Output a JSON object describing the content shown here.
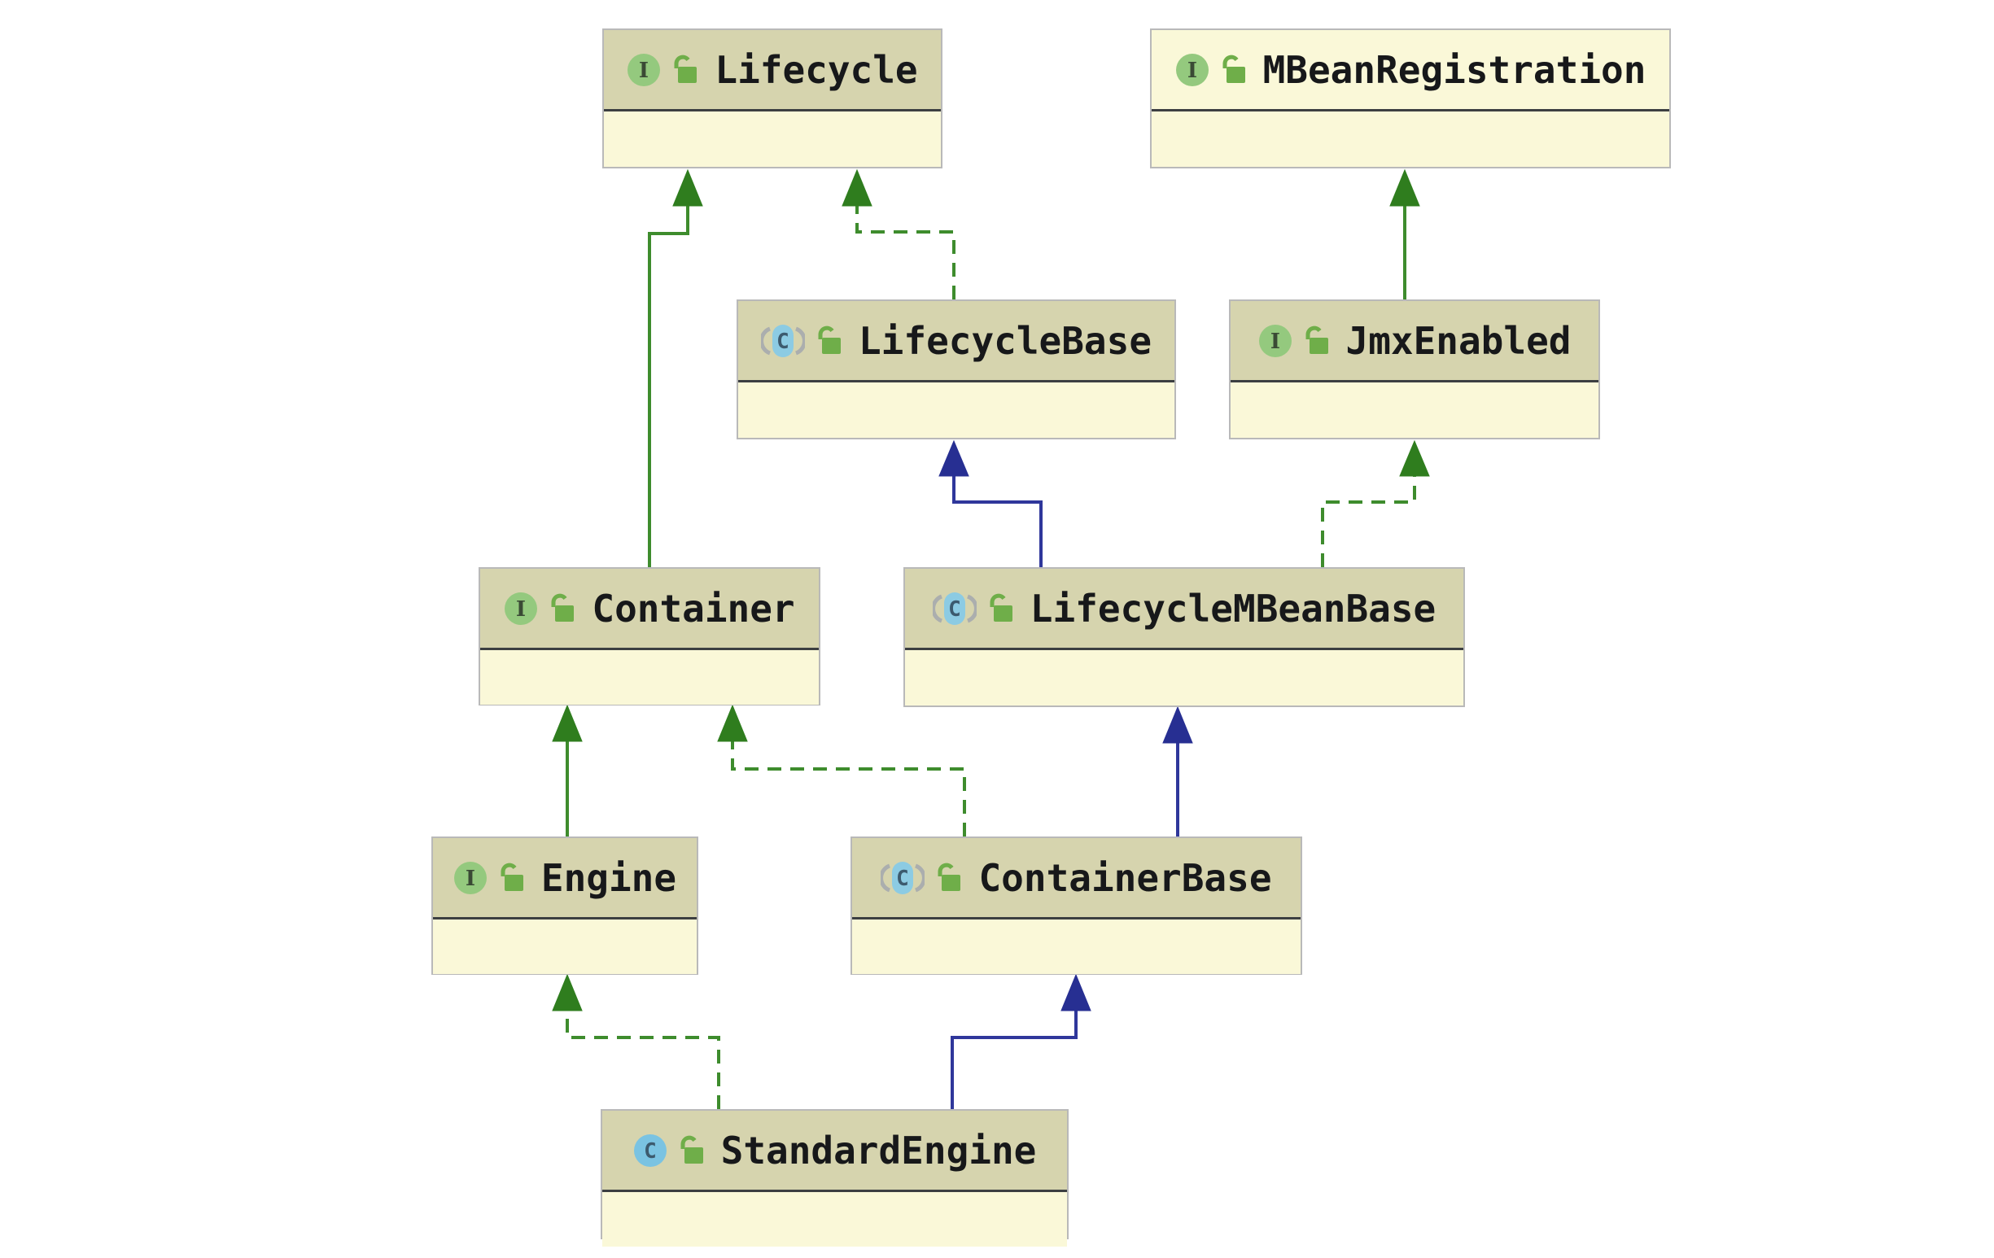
{
  "diagram": {
    "type": "uml-class-diagram",
    "nodes": {
      "lifecycle": {
        "name": "Lifecycle",
        "kind": "interface",
        "external": false,
        "icons": [
          "interface-icon",
          "unlocked-icon"
        ]
      },
      "mbeanRegistration": {
        "name": "MBeanRegistration",
        "kind": "interface",
        "external": true,
        "icons": [
          "interface-icon",
          "unlocked-icon"
        ]
      },
      "lifecycleBase": {
        "name": "LifecycleBase",
        "kind": "abstract-class",
        "external": false,
        "icons": [
          "abstract-class-icon",
          "unlocked-icon"
        ]
      },
      "jmxEnabled": {
        "name": "JmxEnabled",
        "kind": "interface",
        "external": false,
        "icons": [
          "interface-icon",
          "unlocked-icon"
        ]
      },
      "container": {
        "name": "Container",
        "kind": "interface",
        "external": false,
        "icons": [
          "interface-icon",
          "unlocked-icon"
        ]
      },
      "lifecycleMBeanBase": {
        "name": "LifecycleMBeanBase",
        "kind": "abstract-class",
        "external": false,
        "icons": [
          "abstract-class-icon",
          "unlocked-icon"
        ]
      },
      "engine": {
        "name": "Engine",
        "kind": "interface",
        "external": false,
        "icons": [
          "interface-icon",
          "unlocked-icon"
        ]
      },
      "containerBase": {
        "name": "ContainerBase",
        "kind": "abstract-class",
        "external": false,
        "icons": [
          "abstract-class-icon",
          "unlocked-icon"
        ]
      },
      "standardEngine": {
        "name": "StandardEngine",
        "kind": "class",
        "external": false,
        "icons": [
          "class-icon",
          "unlocked-icon"
        ]
      }
    },
    "edges": [
      {
        "from": "Container",
        "to": "Lifecycle",
        "relation": "extends",
        "line": "solid",
        "color": "#3e8c2d"
      },
      {
        "from": "LifecycleBase",
        "to": "Lifecycle",
        "relation": "implements",
        "line": "dashed",
        "color": "#3e8c2d"
      },
      {
        "from": "JmxEnabled",
        "to": "MBeanRegistration",
        "relation": "extends",
        "line": "solid",
        "color": "#3e8c2d"
      },
      {
        "from": "LifecycleMBeanBase",
        "to": "LifecycleBase",
        "relation": "extends",
        "line": "solid",
        "color": "#2f379b"
      },
      {
        "from": "LifecycleMBeanBase",
        "to": "JmxEnabled",
        "relation": "implements",
        "line": "dashed",
        "color": "#3e8c2d"
      },
      {
        "from": "Engine",
        "to": "Container",
        "relation": "extends",
        "line": "solid",
        "color": "#3e8c2d"
      },
      {
        "from": "ContainerBase",
        "to": "Container",
        "relation": "implements",
        "line": "dashed",
        "color": "#3e8c2d"
      },
      {
        "from": "ContainerBase",
        "to": "LifecycleMBeanBase",
        "relation": "extends",
        "line": "solid",
        "color": "#2f379b"
      },
      {
        "from": "StandardEngine",
        "to": "Engine",
        "relation": "implements",
        "line": "dashed",
        "color": "#3e8c2d"
      },
      {
        "from": "StandardEngine",
        "to": "ContainerBase",
        "relation": "extends",
        "line": "solid",
        "color": "#2f379b"
      }
    ],
    "colors": {
      "header_fill": "#d6d4ae",
      "external_header_fill": "#faf8d8",
      "body_fill": "#faf8d8",
      "border": "#b9b9b9",
      "separator": "#3c3f41",
      "inheritance_green": "#3e8c2d",
      "inheritance_blue": "#2f379b",
      "interface_icon_bg": "#94c97e",
      "class_icon_bg": "#7ac3e2",
      "abstract_class_icon_bg": "#8ccbe3",
      "unlocked_icon": "#6fae49",
      "title_text": "#17181a"
    }
  }
}
